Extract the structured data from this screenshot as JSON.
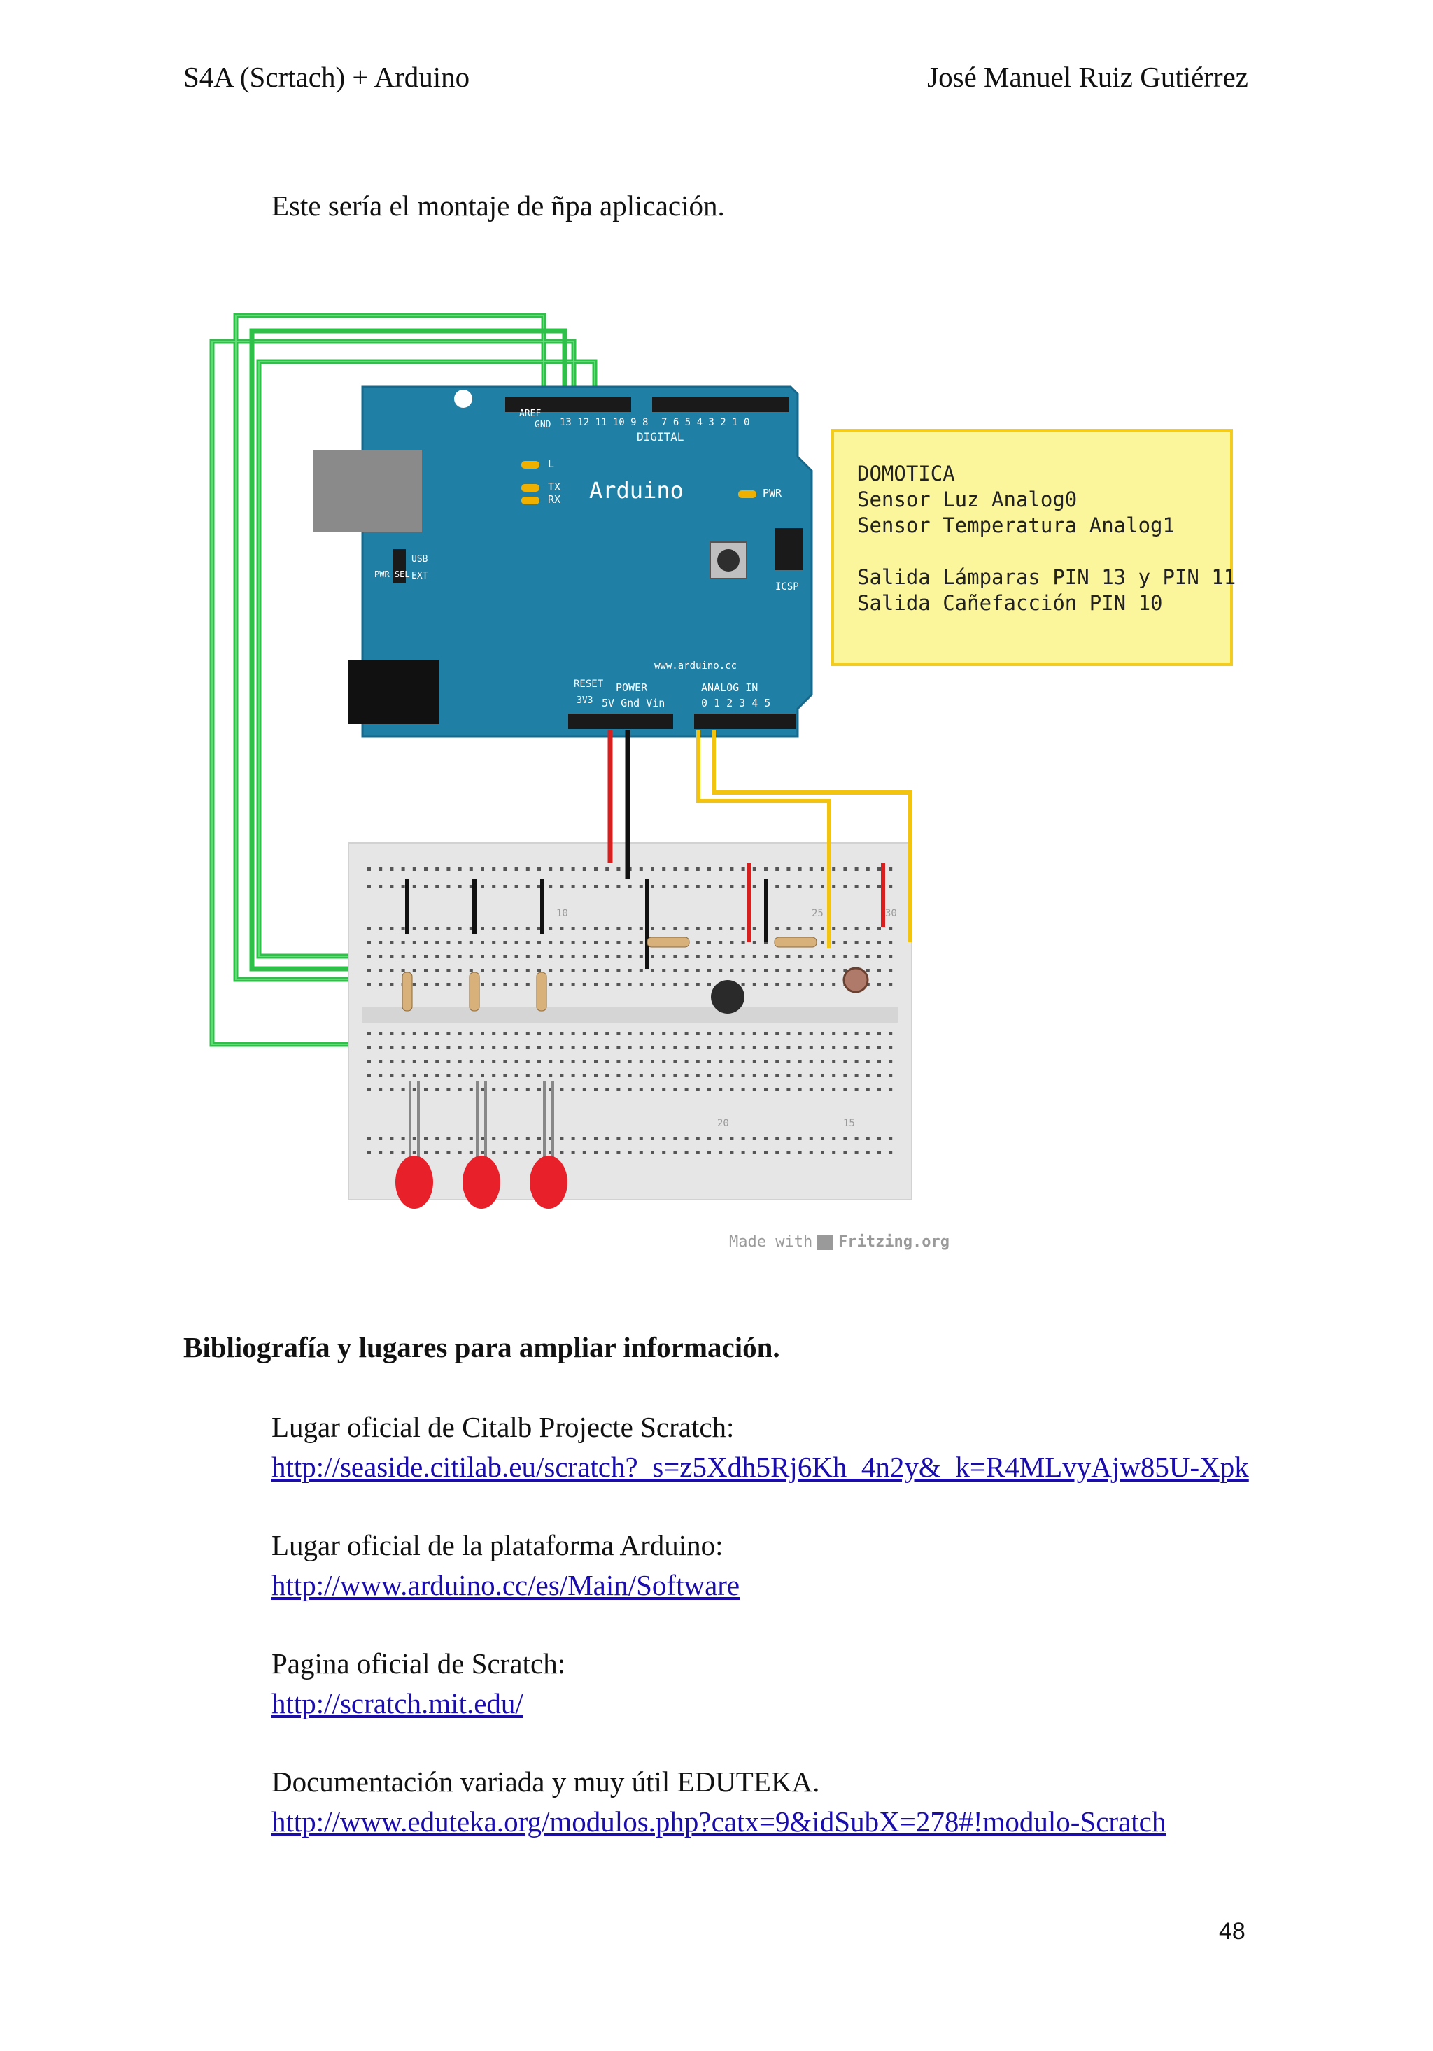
{
  "header": {
    "left": "S4A (Scrtach) + Arduino",
    "right": "José Manuel Ruiz Gutiérrez"
  },
  "intro": "Este sería el montaje de ñpa aplicación.",
  "figure": {
    "board_label": "Arduino",
    "board_url": "www.arduino.cc",
    "digital_label": "DIGITAL",
    "power_label": "POWER",
    "analog_label": "ANALOG IN",
    "aref_label": "AREF",
    "gnd_label": "GND",
    "tx_label": "TX",
    "rx_label": "RX",
    "l_label": "L",
    "pwr_label": "PWR",
    "pwr_sel_label": "PWR SEL",
    "usb_label": "USB",
    "ext_label": "EXT",
    "icsp_label": "ICSP",
    "reset_label": "RESET",
    "power_pins": "5V Gnd Vin",
    "power_pin_3v3": "3V3",
    "analog_pins": "0 1 2 3 4 5",
    "digital_pins_high": "13 12 11 10 9 8",
    "digital_pins_low": "7 6 5 4 3 2 1 0",
    "note": [
      "DOMOTICA",
      "Sensor Luz Analog0",
      "Sensor Temperatura Analog1",
      "",
      "Salida Lámparas PIN 13 y PIN 11",
      "Salida Cañefacción PIN 10"
    ],
    "breadboard_numbers": [
      "10",
      "15",
      "20",
      "25",
      "30"
    ],
    "credit_prefix": "Made with",
    "credit_brand": "Fritzing.org"
  },
  "bibliography": {
    "title": "Bibliografía y lugares para ampliar información.",
    "refs": [
      {
        "label": "Lugar oficial de Citalb Projecte Scratch:",
        "url": "http://seaside.citilab.eu/scratch?_s=z5Xdh5Rj6Kh_4n2y&_k=R4MLvyAjw85U-Xpk"
      },
      {
        "label": "Lugar oficial de la plataforma Arduino:",
        "url": "http://www.arduino.cc/es/Main/Software"
      },
      {
        "label": "Pagina oficial de Scratch:",
        "url": "http://scratch.mit.edu/"
      },
      {
        "label": "Documentación variada y muy útil EDUTEKA.",
        "url": "http://www.eduteka.org/modulos.php?catx=9&idSubX=278#!modulo-Scratch"
      }
    ]
  },
  "page_number": "48",
  "colors": {
    "board": "#1f7fa5",
    "wire_green": "#2fc04a",
    "wire_red": "#d62020",
    "wire_black": "#111111",
    "wire_yellow": "#f2c30f",
    "note_bg": "#fbf59c",
    "note_border": "#f3cc1c",
    "breadboard": "#e6e6e6",
    "link": "#1a0dab",
    "led": "#e8202a"
  }
}
